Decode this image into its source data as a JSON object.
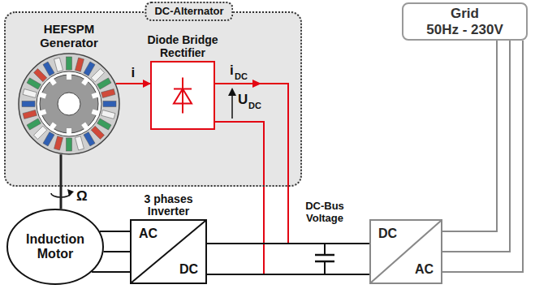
{
  "diagram": {
    "nodes": [
      {
        "text": [
          "DC-Alternator"
        ]
      },
      {
        "text": [
          "HEFSPM Generator"
        ],
        "in": 0
      },
      {
        "text": [
          "Diode Bridge Rectifier"
        ],
        "in": 0
      },
      {
        "text": [
          "Grid",
          "50Hz - 230V"
        ]
      },
      {
        "text": [
          "Induction Motor"
        ]
      },
      {
        "text": [
          "3 phases Inverter",
          "AC",
          "DC"
        ]
      },
      {
        "text": [
          "DC",
          "AC"
        ]
      }
    ],
    "edges": [
      {
        "from": 4,
        "to": 1,
        "arrow": "none"
      },
      {
        "from": 1,
        "to": 2,
        "arrow": "to",
        "label": "i"
      },
      {
        "from": 2,
        "to": 5,
        "arrow": "none"
      },
      {
        "from": 2,
        "to": 6,
        "arrow": "none"
      },
      {
        "from": 5,
        "to": 4,
        "arrow": "none"
      },
      {
        "from": 6,
        "to": 3,
        "arrow": "none"
      },
      {
        "from": 5,
        "to": 6,
        "arrow": "none"
      }
    ],
    "labels": [
      "i",
      "DC",
      "U",
      "DC",
      "Ω",
      "DC-Bus Voltage"
    ]
  }
}
